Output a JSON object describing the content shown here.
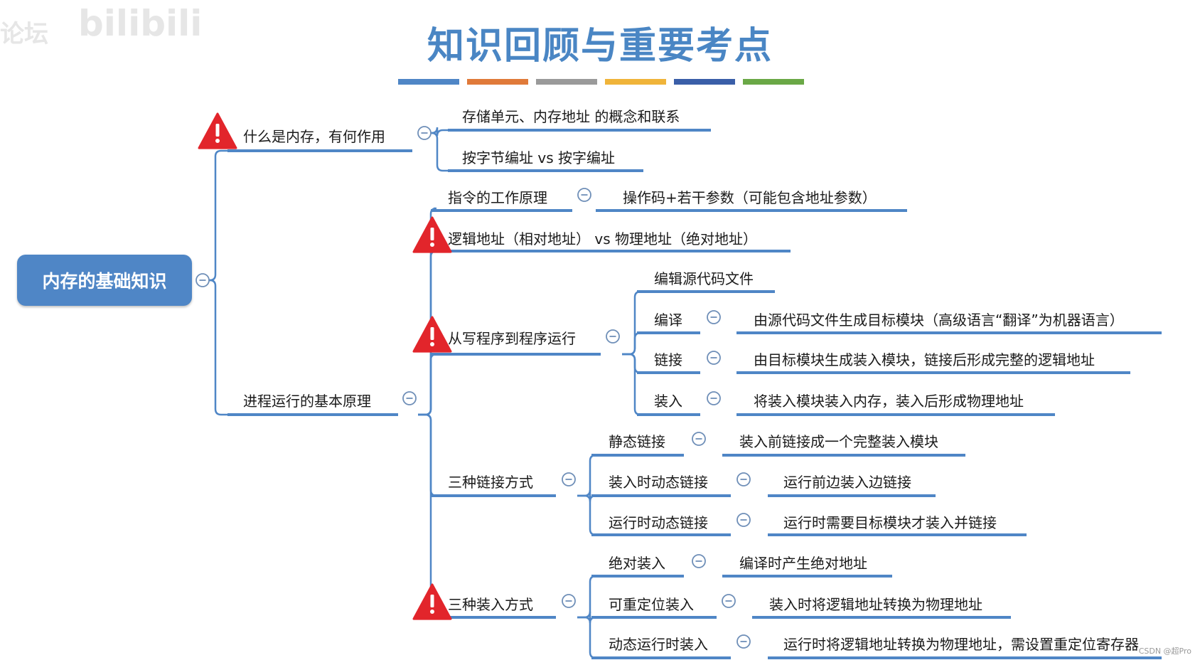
{
  "watermark": {
    "left_text": "论坛",
    "right_text": "bilibili"
  },
  "title": "知识回顾与重要考点",
  "color_bar": [
    "#4f86c6",
    "#e07a3a",
    "#9a9a9a",
    "#f0b43a",
    "#3a5ea8",
    "#6aa846"
  ],
  "colors": {
    "line": "#4f86c6",
    "underline": "#4f86c6",
    "warning": "#e2252b",
    "text": "#1a1a1a"
  },
  "root": "内存的基础知识",
  "nodes": {
    "what_is_memory": "什么是内存，有何作用",
    "storage_unit": "存储单元、内存地址 的概念和联系",
    "byte_word_addr": "按字节编址 vs 按字编址",
    "process_principle": "进程运行的基本原理",
    "instr_principle": "指令的工作原理",
    "instr_desc": "操作码+若干参数（可能包含地址参数）",
    "logical_physical": "逻辑地址（相对地址） vs 物理地址（绝对地址）",
    "write_to_run": "从写程序到程序运行",
    "edit_source": "编辑源代码文件",
    "compile": "编译",
    "compile_desc": "由源代码文件生成目标模块（高级语言“翻译”为机器语言）",
    "link": "链接",
    "link_desc": "由目标模块生成装入模块，链接后形成完整的逻辑地址",
    "load": "装入",
    "load_desc": "将装入模块装入内存，装入后形成物理地址",
    "three_link": "三种链接方式",
    "static_link": "静态链接",
    "static_link_desc": "装入前链接成一个完整装入模块",
    "load_dyn_link": "装入时动态链接",
    "load_dyn_link_desc": "运行前边装入边链接",
    "run_dyn_link": "运行时动态链接",
    "run_dyn_link_desc": "运行时需要目标模块才装入并链接",
    "three_load": "三种装入方式",
    "abs_load": "绝对装入",
    "abs_load_desc": "编译时产生绝对地址",
    "reloc_load": "可重定位装入",
    "reloc_load_desc": "装入时将逻辑地址转换为物理地址",
    "dyn_run_load": "动态运行时装入",
    "dyn_run_load_desc": "运行时将逻辑地址转换为物理地址，需设置重定位寄存器"
  },
  "credit": "CSDN @超Pro"
}
